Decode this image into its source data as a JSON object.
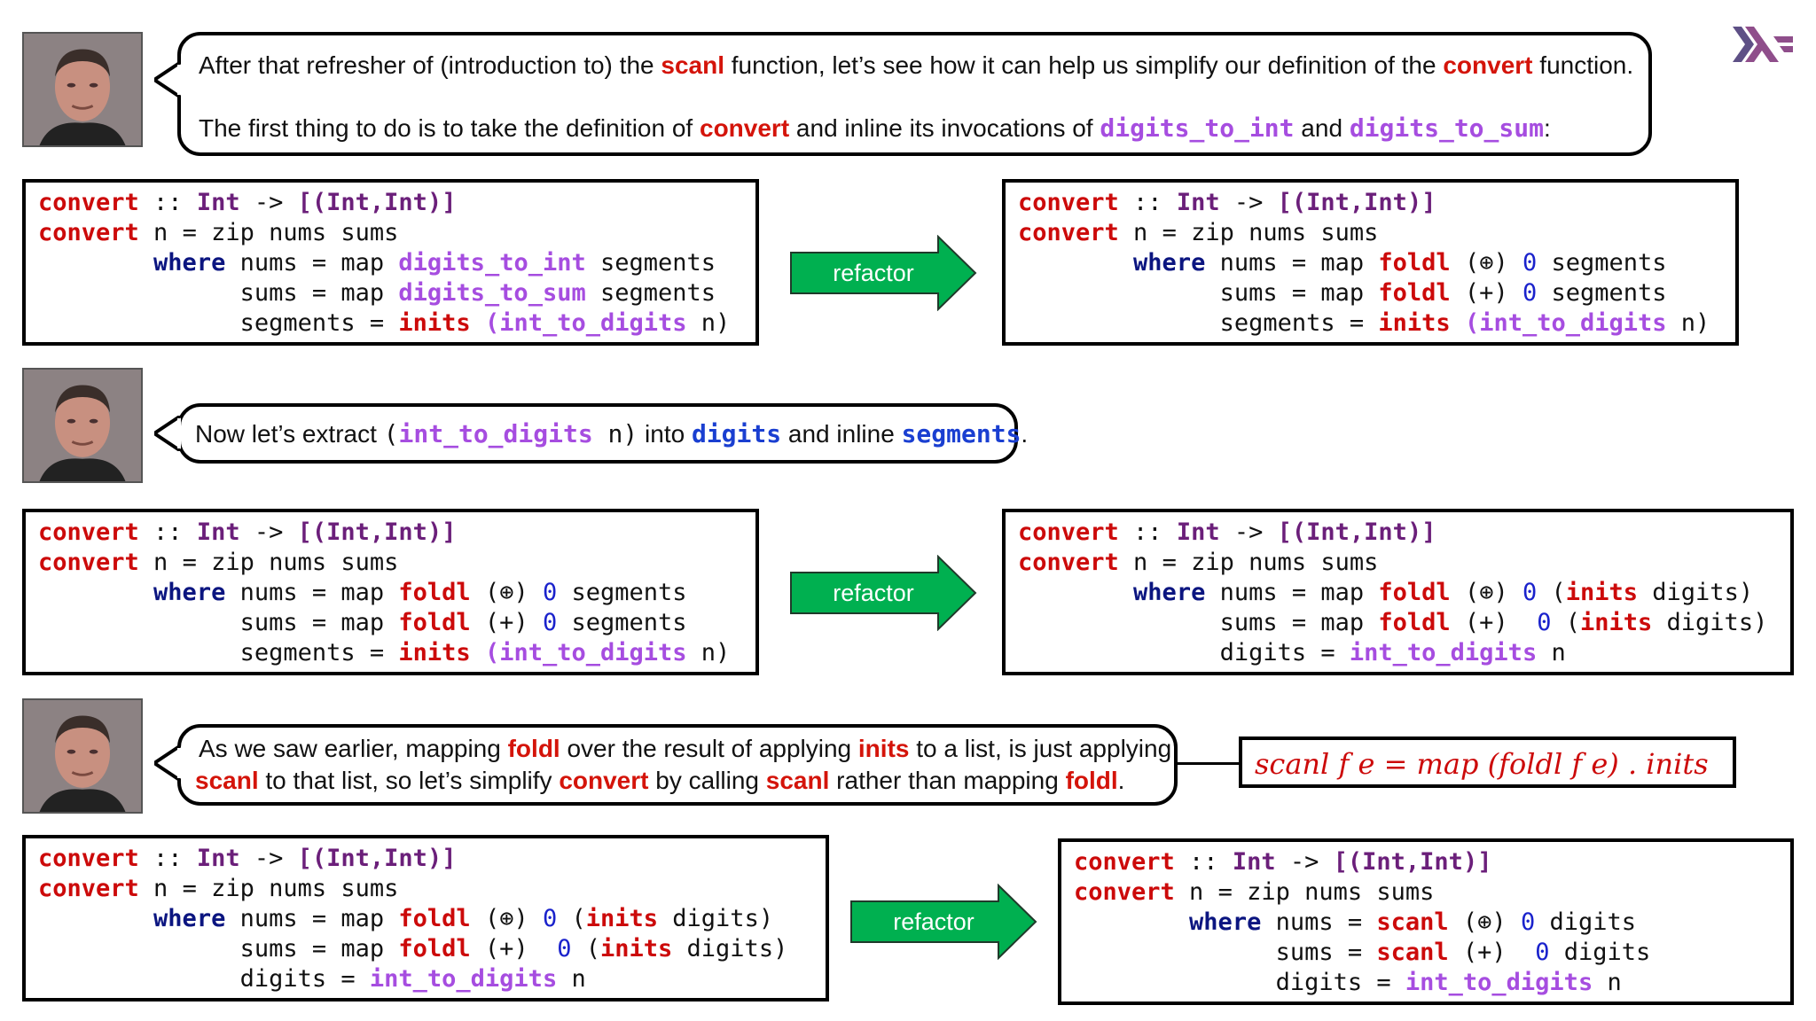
{
  "bubbles": {
    "b1": {
      "line1": [
        "After that refresher of (introduction to) the ",
        "scanl",
        " function, let’s see how it can help us simplify our definition of the ",
        "convert",
        " function."
      ],
      "line2": [
        "The first thing to do is to take the definition of ",
        "convert",
        " and inline its invocations of ",
        "digits_to_int",
        " and ",
        "digits_to_sum",
        ":"
      ]
    },
    "b2": {
      "line1": [
        "Now let’s extract ",
        "(",
        "int_to_digits",
        " n)",
        " into ",
        "digits",
        " and inline ",
        "segments",
        "."
      ]
    },
    "b3": {
      "line1": [
        "As we saw earlier, mapping ",
        "foldl",
        " over the result of applying ",
        "inits",
        " to a list, is just applying"
      ],
      "line2": [
        "scanl",
        " to that list, so let’s simplify ",
        "convert",
        " by calling ",
        "scanl",
        " rather than mapping ",
        "foldl",
        "."
      ]
    }
  },
  "arrows": {
    "a1": "refactor",
    "a2": "refactor",
    "a3": "refactor"
  },
  "formula": "scanl f e = map (foldl f e) . inits",
  "code": {
    "c1": {
      "l1": [
        "convert",
        " :: ",
        "Int",
        " -> ",
        "[(Int,Int)]"
      ],
      "l2": [
        "convert",
        " n = zip nums sums"
      ],
      "l3": [
        "        ",
        "where",
        " nums = map ",
        "digits_to_int",
        " segments"
      ],
      "l4": [
        "              sums = map ",
        "digits_to_sum",
        " segments"
      ],
      "l5": [
        "              segments = ",
        "inits",
        " ",
        "(int_to_digits",
        " n)"
      ]
    },
    "c2": {
      "l1": [
        "convert",
        " :: ",
        "Int",
        " -> ",
        "[(Int,Int)]"
      ],
      "l2": [
        "convert",
        " n = zip nums sums"
      ],
      "l3": [
        "        ",
        "where",
        " nums = map ",
        "foldl",
        " (⊕) ",
        "0",
        " segments"
      ],
      "l4": [
        "              sums = map ",
        "foldl",
        " (+) ",
        "0",
        " segments"
      ],
      "l5": [
        "              segments = ",
        "inits",
        " ",
        "(int_to_digits",
        " n)"
      ]
    },
    "c3": {
      "l1": [
        "convert",
        " :: ",
        "Int",
        " -> ",
        "[(Int,Int)]"
      ],
      "l2": [
        "convert",
        " n = zip nums sums"
      ],
      "l3": [
        "        ",
        "where",
        " nums = map ",
        "foldl",
        " (⊕) ",
        "0",
        " segments"
      ],
      "l4": [
        "              sums = map ",
        "foldl",
        " (+) ",
        "0",
        " segments"
      ],
      "l5": [
        "              segments = ",
        "inits",
        " ",
        "(int_to_digits",
        " n)"
      ]
    },
    "c4": {
      "l1": [
        "convert",
        " :: ",
        "Int",
        " -> ",
        "[(Int,Int)]"
      ],
      "l2": [
        "convert",
        " n = zip nums sums"
      ],
      "l3": [
        "        ",
        "where",
        " nums = map ",
        "foldl",
        " (⊕) ",
        "0",
        " (",
        "inits",
        " digits)"
      ],
      "l4": [
        "              sums = map ",
        "foldl",
        " (+)  ",
        "0",
        " (",
        "inits",
        " digits)"
      ],
      "l5": [
        "              digits = ",
        "int_to_digits",
        " n"
      ]
    },
    "c5": {
      "l1": [
        "convert",
        " :: ",
        "Int",
        " -> ",
        "[(Int,Int)]"
      ],
      "l2": [
        "convert",
        " n = zip nums sums"
      ],
      "l3": [
        "        ",
        "where",
        " nums = map ",
        "foldl",
        " (⊕) ",
        "0",
        " (",
        "inits",
        " digits)"
      ],
      "l4": [
        "              sums = map ",
        "foldl",
        " (+)  ",
        "0",
        " (",
        "inits",
        " digits)"
      ],
      "l5": [
        "              digits = ",
        "int_to_digits",
        " n"
      ]
    },
    "c6": {
      "l1": [
        "convert",
        " :: ",
        "Int",
        " -> ",
        "[(Int,Int)]"
      ],
      "l2": [
        "convert",
        " n = zip nums sums"
      ],
      "l3": [
        "        ",
        "where",
        " nums = ",
        "scanl",
        " (⊕) ",
        "0",
        " digits"
      ],
      "l4": [
        "              sums = ",
        "scanl",
        " (+)  ",
        "0",
        " digits"
      ],
      "l5": [
        "              digits = ",
        "int_to_digits",
        " n"
      ]
    }
  }
}
